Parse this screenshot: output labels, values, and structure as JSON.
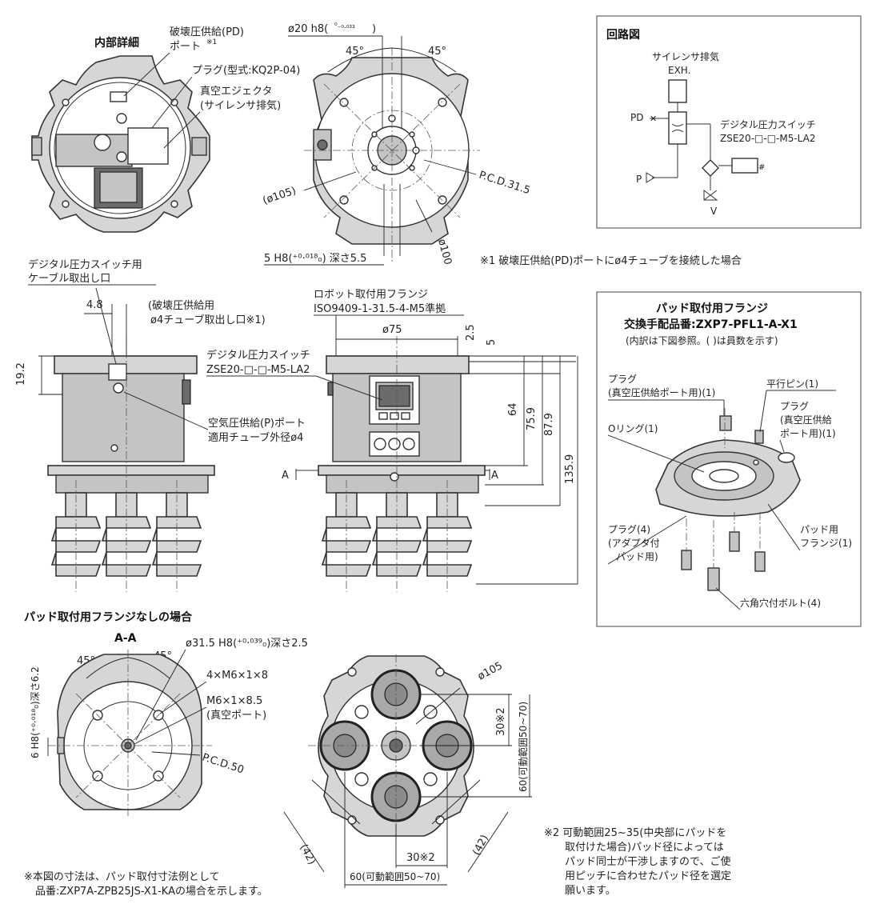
{
  "labels": {
    "naibu": "内部詳細",
    "pd_port_1": "破壊圧供給(PD)",
    "pd_port_2": "ポート",
    "note_mark_1": "※1",
    "plug_type": "プラグ(型式:KQ2P-04)",
    "ejector_1": "真空エジェクタ",
    "ejector_2": "(サイレンサ排気)",
    "dia20": "ø20 h8(",
    "dia20_tol": "⁰₋₀.₀₃₃",
    "dia20_end": ")",
    "deg45": "45°",
    "pcd315": "P.C.D.31.5",
    "dia105p": "(ø105)",
    "dia100": "ø100",
    "h8_55": "5 H8(⁺⁰·⁰¹⁸₀) 深さ5.5",
    "note1": "※1 破壊圧供給(PD)ポートにø4チューブを接続した場合",
    "circuit_title": "回路図",
    "silencer": "サイレンサ排気",
    "exh": "EXH.",
    "pd": "PD",
    "p": "P",
    "v": "V",
    "dps_1": "デジタル圧力スイッチ",
    "dps_2": "ZSE20-□-□-M5-LA2",
    "cable_1": "デジタル圧力スイッチ用",
    "cable_2": "ケーブル取出し口",
    "d48": "4.8",
    "pd_tube_1": "(破壊圧供給用",
    "pd_tube_2": "ø4チューブ取出し口※1)",
    "d192": "19.2",
    "robot_1": "ロボット取付用フランジ",
    "robot_2": "ISO9409-1-31.5-4-M5準拠",
    "d75": "ø75",
    "d25": "2.5",
    "d5": "5",
    "dps_b1": "デジタル圧力スイッチ",
    "dps_b2": "ZSE20-□-□-M5-LA2",
    "d64": "64",
    "d759": "75.9",
    "d879": "87.9",
    "d1359": "135.9",
    "air_1": "空気圧供給(P)ポート",
    "air_2": "適用チューブ外径ø4",
    "sec_a": "A",
    "pad_title_1": "パッド取付用フランジ",
    "pad_title_2": "交換手配品番:ZXP7-PFL1-A-X1",
    "pad_title_3": "(内訳は下図参照。( )は員数を示す)",
    "plug_v_1": "プラグ",
    "plug_v_2": "(真空圧供給ポート用)(1)",
    "pin": "平行ピン(1)",
    "plug_v2_1": "プラグ",
    "plug_v2_2": "(真空圧供給",
    "plug_v2_3": "ポート用)(1)",
    "oring": "Oリング(1)",
    "plug4_1": "プラグ(4)",
    "plug4_2": "(アダプタ付",
    "plug4_3": "パッド用)",
    "padflange_1": "パッド用",
    "padflange_2": "フランジ(1)",
    "bolt": "六角穴付ボルト(4)",
    "no_flange": "パッド取付用フランジなしの場合",
    "aa": "A-A",
    "d315": "ø31.5 H8(⁺⁰·⁰³⁹₀)深さ2.5",
    "m6x8": "4×M6×1×8",
    "m685_1": "M6×1×8.5",
    "m685_2": "(真空ポート)",
    "pcd50": "P.C.D.50",
    "h8_62": "6 H8(⁺⁰·⁰¹⁸₀)深さ6.2",
    "d105": "ø105",
    "d30n2": "30※2",
    "d60range": "60(可動範囲50~70)",
    "d42": "(42)",
    "note_dims_1": "※本図の寸法は、パッド取付寸法例として",
    "note_dims_2": "品番:ZXP7A-ZPB25JS-X1-KAの場合を示します。",
    "note2_1": "※2 可動範囲25~35(中央部にパッドを",
    "note2_2": "取付けた場合)パッド径によっては",
    "note2_3": "パッド同士が干渉しますので、ご使",
    "note2_4": "用ピッチに合わせたパッド径を選定",
    "note2_5": "願います。"
  }
}
